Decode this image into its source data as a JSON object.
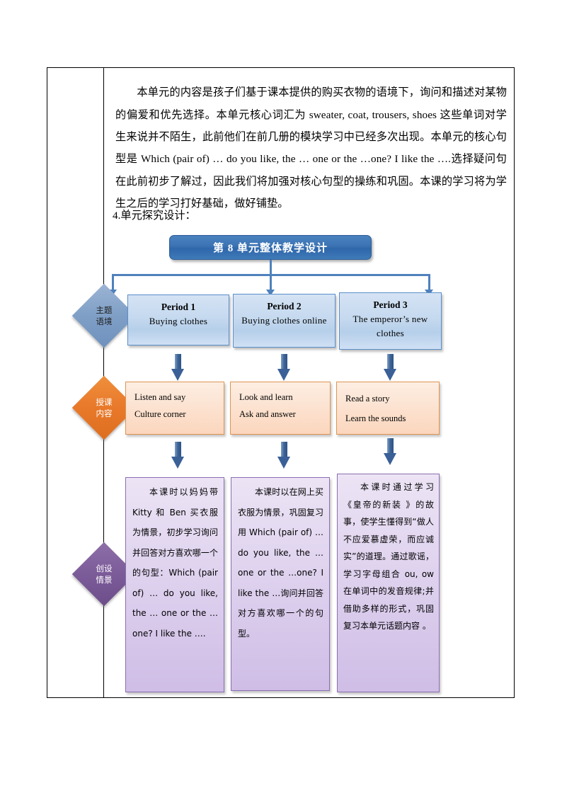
{
  "document": {
    "intro_paragraph": "本单元的内容是孩子们基于课本提供的购买衣物的语境下，询问和描述对某物的偏爱和优先选择。本单元核心词汇为 sweater, coat, trousers, shoes 这些单词对学生来说并不陌生，此前他们在前几册的模块学习中已经多次出现。本单元的核心句型是 Which (pair of) … do you like, the … one or the …one? I like the ….选择疑问句在此前初步了解过，因此我们将加强对核心句型的操练和巩固。本课的学习将为学生之后的学习打好基础，做好铺垫。",
    "section_heading": "4.单元探究设计："
  },
  "diagram": {
    "title": "第 8 单元整体教学设计",
    "row_labels": [
      {
        "line1": "主题",
        "line2": "语境"
      },
      {
        "line1": "授课",
        "line2": "内容"
      },
      {
        "line1": "创设",
        "line2": "情景"
      }
    ],
    "periods": [
      {
        "title": "Period 1",
        "subtitle": "Buying clothes"
      },
      {
        "title": "Period 2",
        "subtitle": "Buying  clothes online"
      },
      {
        "title": "Period 3",
        "subtitle": "The  emperor’s  new clothes"
      }
    ],
    "contents": [
      {
        "line1": "Listen and say",
        "line2": "Culture corner"
      },
      {
        "line1": "Look and learn",
        "line2": "Ask and answer"
      },
      {
        "line1": "Read a story",
        "line2": "Learn the sounds"
      }
    ],
    "scenes": [
      "本课时以妈妈带 Kitty 和 Ben 买衣服为情景，初步学习询问并回答对方喜欢哪一个的句型：Which (pair of) … do you like, the … one or the …one? I like the ….",
      "本课时以在网上买衣服为情景，巩固复习用 Which (pair of) … do you like, the … one or the …one? I like the …询问并回答对方喜欢哪一个的句型。",
      "本课时通过学习《皇帝的新装 》的故事，使学生懂得到“做人不应爱慕虚荣，而应诚实”的道理。通过歌谣，学习字母组合 ou, ow 在单词中的发音规律;并借助多样的形式，巩固复习本单元话题内容 。"
    ],
    "colors": {
      "title_banner": "#3d74b4",
      "connector": "#4f81bd",
      "period_border": "#5b8fc9",
      "content_border": "#dd9552",
      "scene_border": "#8b6fb0",
      "diamond_theme": "#7f9fc6",
      "diamond_content": "#e8792a",
      "diamond_scene": "#7c5b99"
    }
  }
}
